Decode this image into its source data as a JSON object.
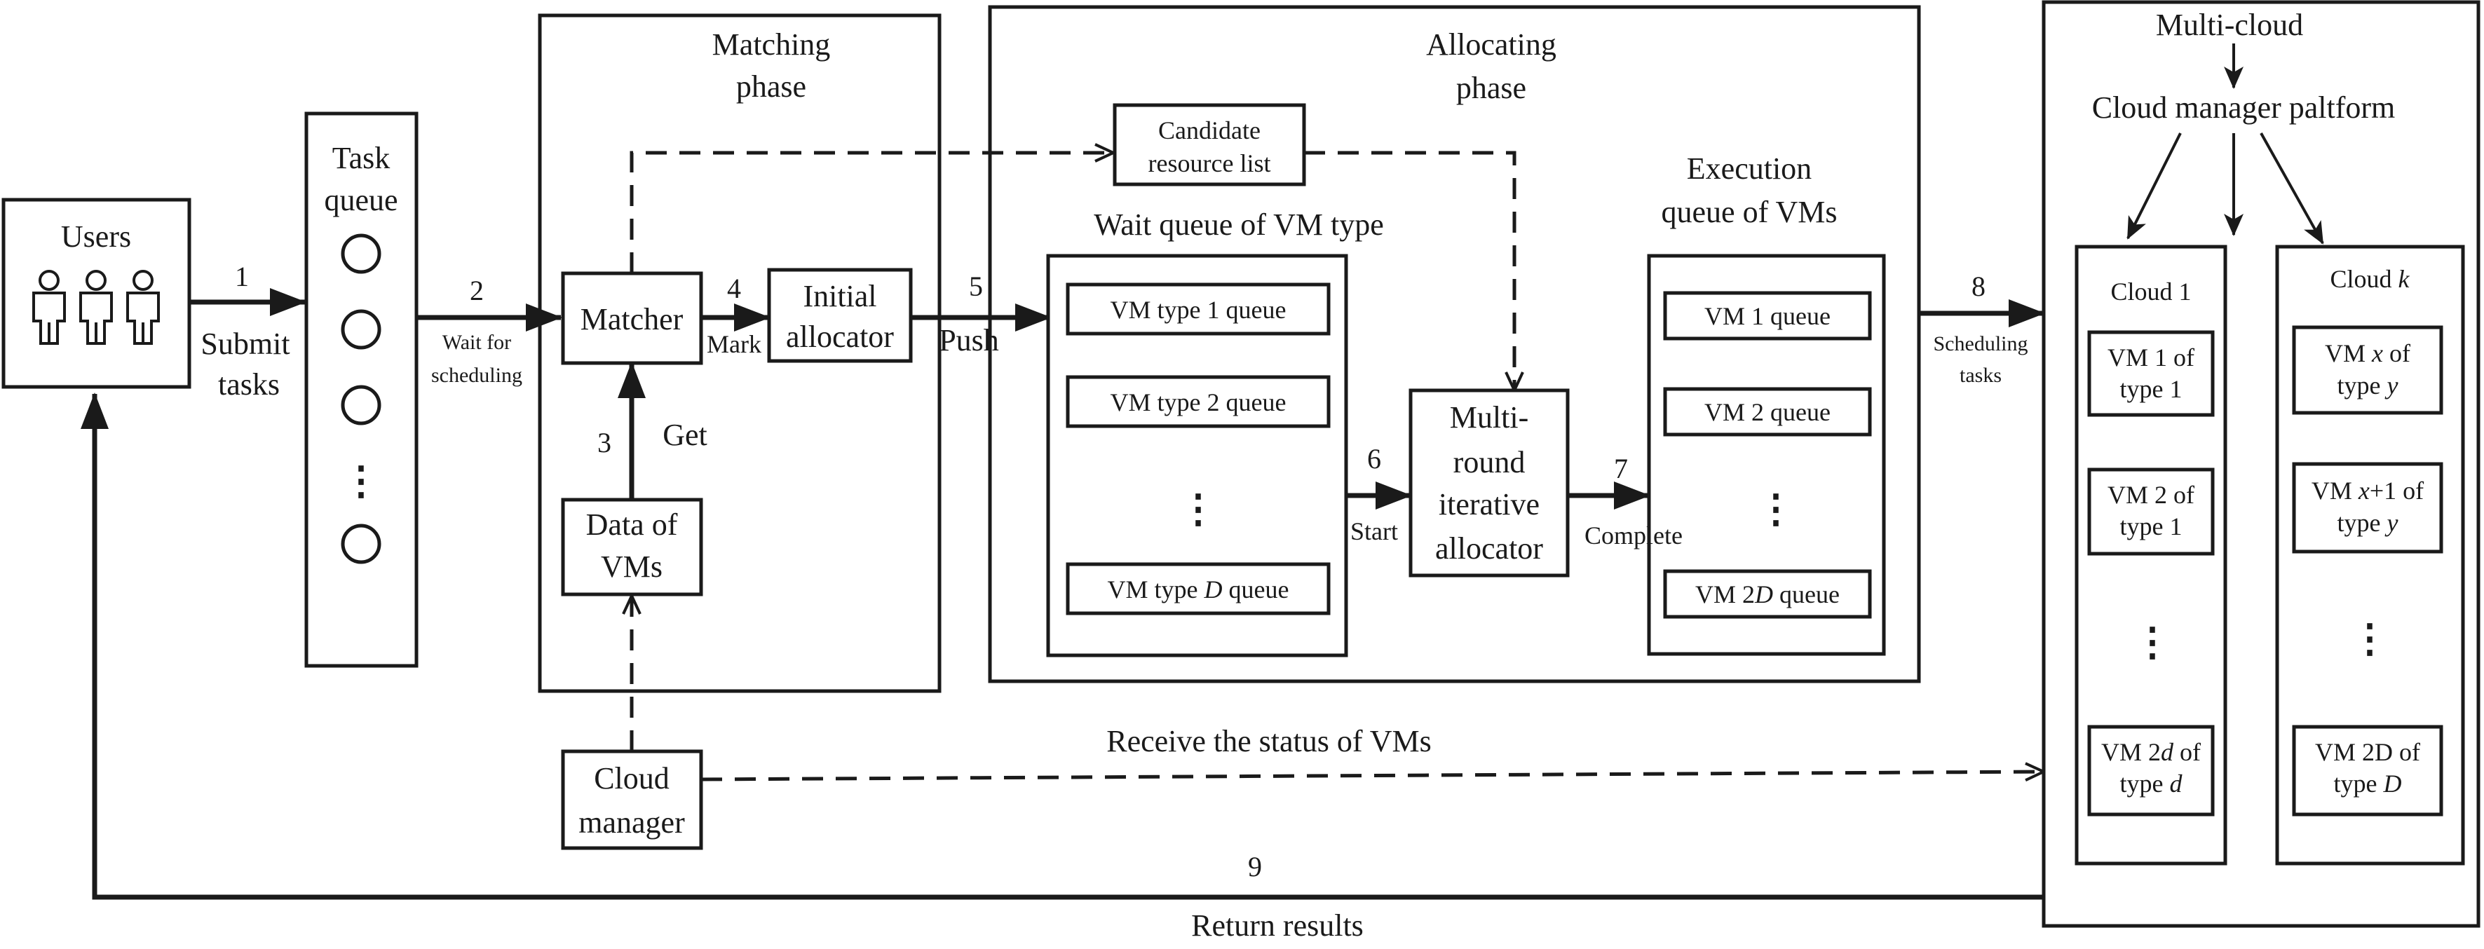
{
  "users": {
    "label": "Users",
    "icon": "users-group-icon"
  },
  "task_queue": {
    "label_line1": "Task",
    "label_line2": "queue",
    "ellipsis": "⋮"
  },
  "matching_phase": {
    "title_line1": "Matching",
    "title_line2": "phase",
    "matcher": "Matcher",
    "initial_allocator_line1": "Initial",
    "initial_allocator_line2": "allocator",
    "data_of_vms_line1": "Data of",
    "data_of_vms_line2": "VMs"
  },
  "cloud_manager": {
    "line1": "Cloud",
    "line2": "manager"
  },
  "allocating_phase": {
    "title_line1": "Allocating",
    "title_line2": "phase",
    "candidate_line1": "Candidate",
    "candidate_line2": "resource list",
    "wait_queue_title": "Wait queue of VM type",
    "wait_queue_items": [
      "VM type 1 queue",
      "VM type 2 queue"
    ],
    "wait_queue_last_prefix": "VM type ",
    "wait_queue_last_var": "D",
    "wait_queue_last_suffix": " queue",
    "mria_lines": [
      "Multi-",
      "round",
      "iterative",
      "allocator"
    ],
    "execution_title_line1": "Execution",
    "execution_title_line2": "queue of VMs",
    "execution_items": [
      "VM 1 queue",
      "VM 2 queue"
    ],
    "execution_last_prefix": "VM 2",
    "execution_last_var": "D",
    "execution_last_suffix": " queue"
  },
  "multi_cloud": {
    "title": "Multi-cloud",
    "platform": "Cloud manager paltform",
    "cloud1": {
      "title": "Cloud 1",
      "vm1_line1": "VM 1 of",
      "vm1_line2": "type 1",
      "vm2_line1": "VM 2 of",
      "vm2_line2": "type 1",
      "vmlast_line1_a": "VM 2",
      "vmlast_line1_var": "d",
      "vmlast_line1_b": " of",
      "vmlast_line2_a": "type ",
      "vmlast_line2_var": "d"
    },
    "cloudk": {
      "title_a": "Cloud ",
      "title_var": "k",
      "vm1_line1_a": "VM ",
      "vm1_line1_var": "x",
      "vm1_line1_b": " of",
      "vm1_line2_a": "type ",
      "vm1_line2_var": "y",
      "vm2_line1_a": "VM ",
      "vm2_line1_var": "x",
      "vm2_line1_b": "+1 of",
      "vm2_line2_a": "type ",
      "vm2_line2_var": "y",
      "vmlast_line1": "VM 2D of",
      "vmlast_line2_a": "type ",
      "vmlast_line2_var": "D"
    }
  },
  "steps": {
    "s1": {
      "num": "1",
      "label_line1": "Submit",
      "label_line2": "tasks"
    },
    "s2": {
      "num": "2",
      "label_line1": "Wait for",
      "label_line2": "scheduling"
    },
    "s3": {
      "num": "3",
      "label": "Get"
    },
    "s4": {
      "num": "4",
      "label": "Mark"
    },
    "s5": {
      "num": "5",
      "label": "Push"
    },
    "s6": {
      "num": "6",
      "label": "Start"
    },
    "s7": {
      "num": "7",
      "label": "Complete"
    },
    "s8": {
      "num": "8",
      "label_line1": "Scheduling",
      "label_line2": "tasks"
    },
    "s9": {
      "num": "9",
      "label": "Return results"
    }
  },
  "receive_status": "Receive the status of VMs"
}
